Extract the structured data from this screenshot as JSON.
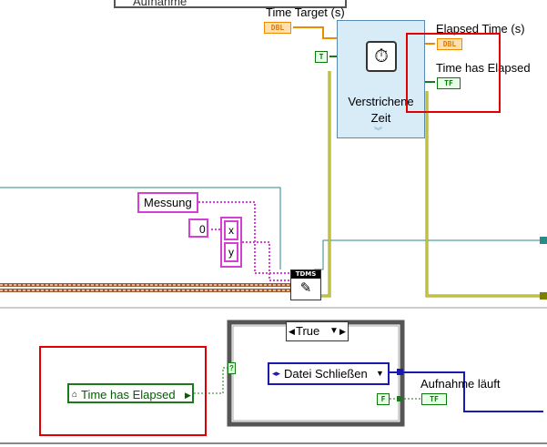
{
  "top": {
    "case_label": "Aufnahme"
  },
  "time_target": {
    "label": "Time Target (s)",
    "terminal": "DBL"
  },
  "bool_true_const": "T",
  "elapsed_vi": {
    "name": "Verstrichene Zeit"
  },
  "outputs": {
    "elapsed_time_label": "Elapsed Time (s)",
    "elapsed_time_terminal": "DBL",
    "time_elapsed_label": "Time has Elapsed",
    "time_elapsed_terminal": "TF"
  },
  "messung": "Messung",
  "index_const": "0",
  "cluster": {
    "x": "x",
    "y": "y"
  },
  "tdms_icon_label": "TDMS",
  "case_structure": {
    "selector": "True"
  },
  "enum_const": "Datei Schließen",
  "bool_false_const": "F",
  "aufnahme_laeuft": {
    "label": "Aufnahme läuft",
    "terminal": "TF"
  },
  "local_var": "Time has Elapsed",
  "colors": {
    "highlight": "#e00000",
    "orange_wire": "#f08a00",
    "pink_wire": "#d43fd4",
    "green_wire": "#1a7a1a",
    "blue_wire": "#1a1ab0"
  }
}
